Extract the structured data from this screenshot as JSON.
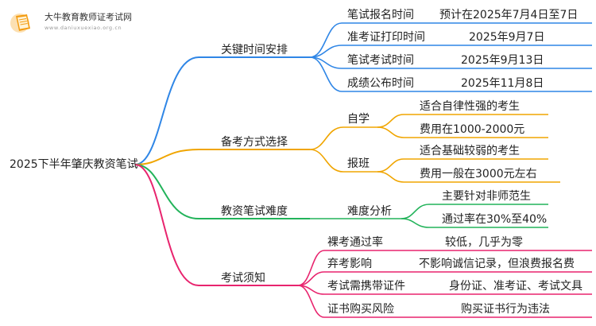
{
  "logo": {
    "title": "大牛教育教师证考试网",
    "url": "www.daniuxuexiao.org.cn"
  },
  "root": "2025下半年肇庆教资笔试",
  "branches": [
    {
      "label": "关键时间安排",
      "color": "#2f86e6",
      "children": [
        {
          "label": "笔试报名时间",
          "value": "预计在2025年7月4日至7日"
        },
        {
          "label": "准考证打印时间",
          "value": "2025年9月7日"
        },
        {
          "label": "笔试考试时间",
          "value": "2025年9月13日"
        },
        {
          "label": "成绩公布时间",
          "value": "2025年11月8日"
        }
      ]
    },
    {
      "label": "备考方式选择",
      "color": "#f0a500",
      "children": [
        {
          "label": "自学",
          "values": [
            "适合自律性强的考生",
            "费用在1000-2000元"
          ]
        },
        {
          "label": "报班",
          "values": [
            "适合基础较弱的考生",
            "费用一般在3000元左右"
          ]
        }
      ]
    },
    {
      "label": "教资笔试难度",
      "color": "#22b35a",
      "children": [
        {
          "label": "难度分析",
          "values": [
            "主要针对非师范生",
            "通过率在30%至40%"
          ]
        }
      ]
    },
    {
      "label": "考试须知",
      "color": "#e8246e",
      "children": [
        {
          "label": "裸考通过率",
          "value": "较低，几乎为零"
        },
        {
          "label": "弃考影响",
          "value": "不影响诚信记录，但浪费报名费"
        },
        {
          "label": "考试需携带证件",
          "value": "身份证、准考证、考试文具"
        },
        {
          "label": "证书购买风险",
          "value": "购买证书行为违法"
        }
      ]
    }
  ]
}
